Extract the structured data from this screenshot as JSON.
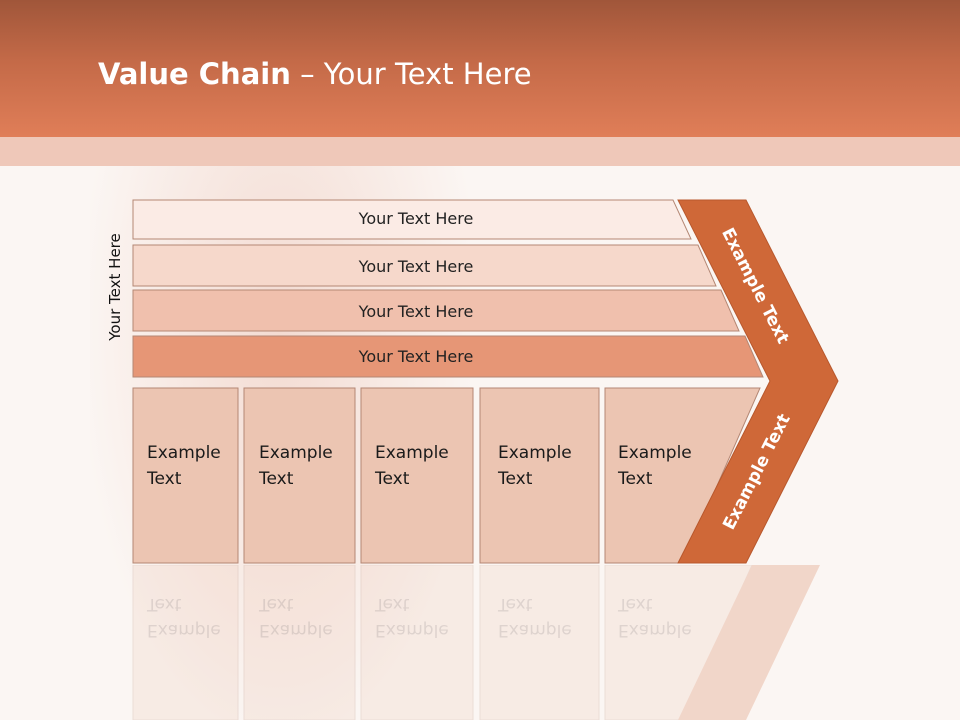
{
  "slide": {
    "title_bold": "Value Chain",
    "title_rest": " – Your Text Here",
    "side_label": "Your Text Here"
  },
  "support_rows": [
    {
      "label": "Your Text Here",
      "color": "#fbebe5"
    },
    {
      "label": "Your Text Here",
      "color": "#f6d8cb"
    },
    {
      "label": "Your Text Here",
      "color": "#f0c0ad"
    },
    {
      "label": "Your Text Here",
      "color": "#e69676"
    }
  ],
  "primary_boxes": [
    {
      "line1": "Example",
      "line2": "Text"
    },
    {
      "line1": "Example",
      "line2": "Text"
    },
    {
      "line1": "Example",
      "line2": "Text"
    },
    {
      "line1": "Example",
      "line2": "Text"
    },
    {
      "line1": "Example",
      "line2": "Text"
    }
  ],
  "arrow": {
    "upper_label": "Example Text",
    "lower_label": "Example Text",
    "color": "#cf6838"
  },
  "colors": {
    "header": "#d8744f",
    "box_fill": "#ecc5b2",
    "box_stroke": "#b48774"
  }
}
